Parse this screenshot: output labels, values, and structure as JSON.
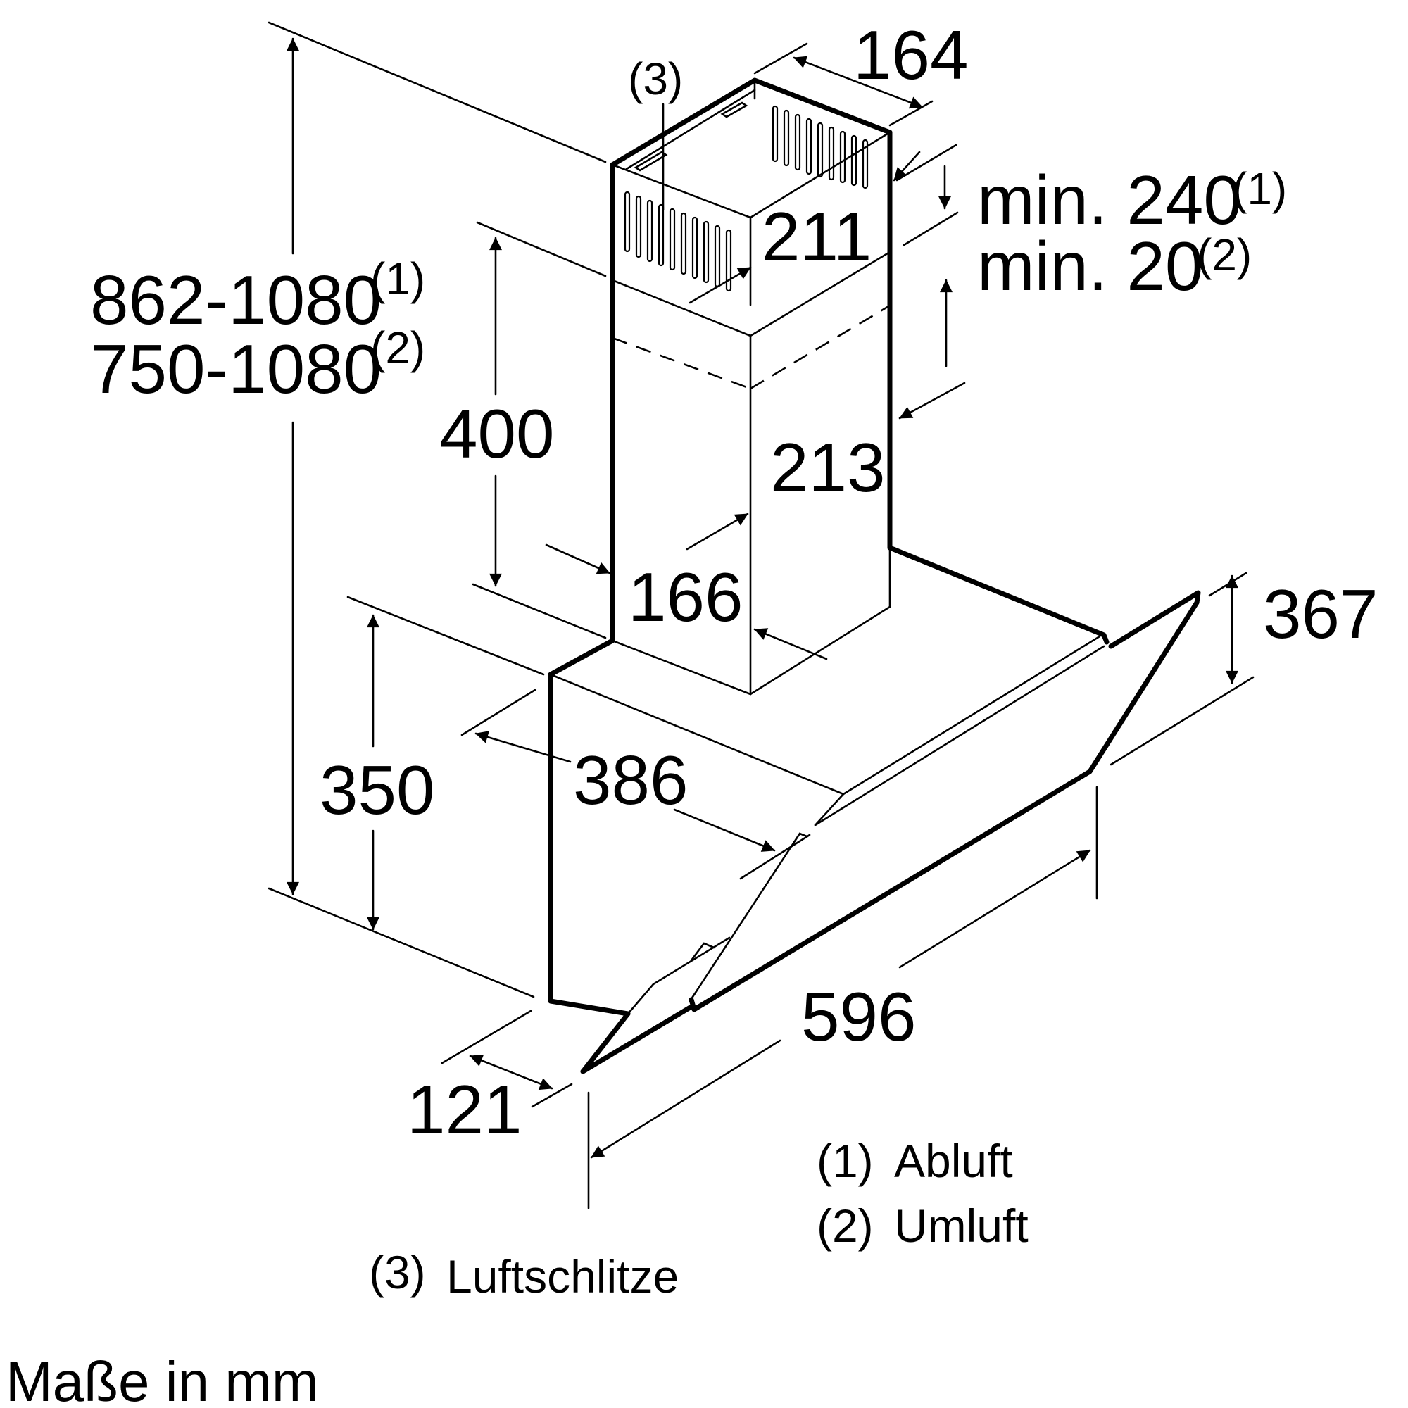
{
  "labels": {
    "height_total_abluft": "862-1080",
    "height_total_umluft": "750-1080",
    "note_1": "(1)",
    "note_2": "(2)",
    "note_3": "(3)",
    "chimney_width": "164",
    "chimney_depth_upper": "211",
    "min_240": "min. 240",
    "min_20": "min. 20",
    "height_400": "400",
    "chimney_depth_lower": "213",
    "chimney_width_lower": "166",
    "dim_367": "367",
    "height_350": "350",
    "depth_386": "386",
    "width_596": "596",
    "dim_121": "121"
  },
  "legend": {
    "item_1_num": "(1)",
    "item_1_text": "Abluft",
    "item_2_num": "(2)",
    "item_2_text": "Umluft",
    "item_3_num": "(3)",
    "item_3_text": "Luftschlitze"
  },
  "footer": "Maße in mm"
}
